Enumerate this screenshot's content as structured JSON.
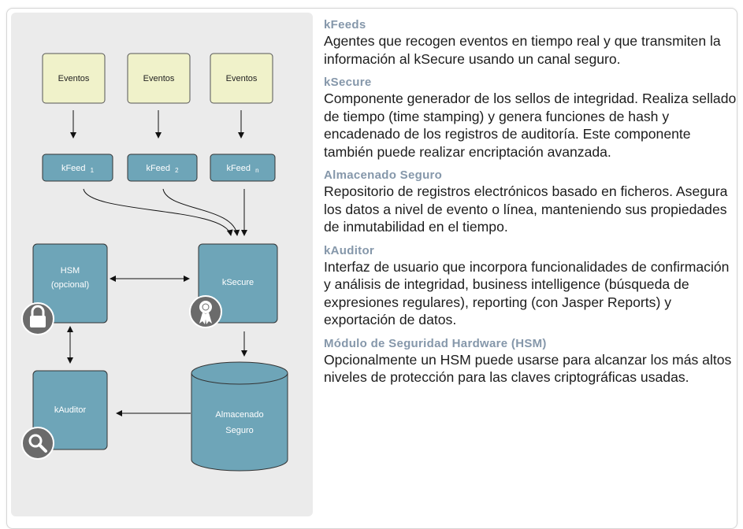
{
  "colors": {
    "event_fill": "#f0f2ca",
    "node_fill": "#6ea5b8",
    "title_text": "#8597aa",
    "body_text": "#1c1c1c",
    "panel_bg": "#ebebeb",
    "badge_fill": "#6b6b6b"
  },
  "diagram": {
    "events": [
      "Eventos",
      "Eventos",
      "Eventos"
    ],
    "feeds": [
      {
        "label": "kFeed",
        "sub": "1"
      },
      {
        "label": "kFeed",
        "sub": "2"
      },
      {
        "label": "kFeed",
        "sub": "n"
      }
    ],
    "hsm": {
      "line1": "HSM",
      "line2": "(opcional)"
    },
    "ksecure": "kSecure",
    "kauditor": "kAuditor",
    "storage": {
      "line1": "Almacenado",
      "line2": "Seguro"
    },
    "icons": {
      "hsm": "lock-icon",
      "ksecure": "award-ribbon-icon",
      "kauditor": "magnifier-icon"
    }
  },
  "sections": [
    {
      "title": "kFeeds",
      "body": "Agentes que recogen eventos en tiempo real y que transmiten la información al kSecure usando un canal seguro."
    },
    {
      "title": "kSecure",
      "body": "Componente generador de los sellos de integridad. Realiza sellado de tiempo (time stamping) y genera funciones de hash y encadenado de los registros de auditoría. Este componente también puede realizar encriptación avanzada."
    },
    {
      "title": "Almacenado Seguro",
      "body": "Repositorio de registros electrónicos basado en ficheros. Asegura los datos a nivel de evento o línea, manteniendo sus propiedades de inmutabilidad en el tiempo."
    },
    {
      "title": "kAuditor",
      "body": "Interfaz de usuario que incorpora funcionalidades de confirmación y análisis de integridad, business intelligence (búsqueda de expresiones regulares), reporting (con Jasper Reports) y exportación de datos."
    },
    {
      "title": "Módulo de Seguridad Hardware (HSM)",
      "body": "Opcionalmente un HSM puede usarse para alcanzar los más altos niveles de protección para las claves criptográficas usadas."
    }
  ]
}
